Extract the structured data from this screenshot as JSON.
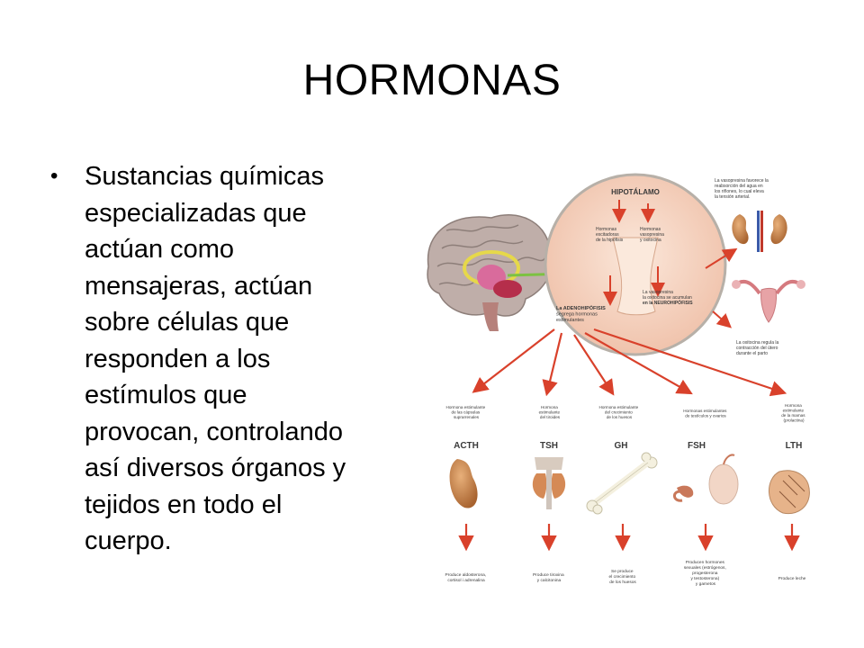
{
  "slide": {
    "title": "HORMONAS",
    "bullet": "Sustancias químicas\nespecializadas que\nactúan como\nmensajeras, actúan\nsobre células que\nresponden a los\nestímulos que\nprovocan, controlando\nasí diversos órganos y\ntejidos en todo el\ncuerpo."
  },
  "diagram": {
    "hypothalamus": "HIPOTÁLAMO",
    "hypo_left": [
      "Hormonas",
      "excitadoras",
      "de la hipófisis"
    ],
    "hypo_right": [
      "Hormonas",
      "vasopresina",
      "y oxitocina"
    ],
    "neuro_note": [
      "La vasopresina",
      "la oxitocina se acumulan",
      "en la NEUROHIPÓFISIS"
    ],
    "adeno_note": [
      "La ADENOHIPÓFISIS",
      "segrega hormonas",
      "estimulantes"
    ],
    "kidney_note": [
      "La vasopresina favorece la",
      "reabsorción del agua en",
      "los riñones, lo cual eleva",
      "la tensión arterial."
    ],
    "uterus_note": [
      "La oxitocina regula la",
      "contracción del útero",
      "durante el parto"
    ],
    "hormones": [
      {
        "name": "ACTH",
        "desc": [
          "Hormona estimulante",
          "de las cápsulas",
          "suprarrenales"
        ],
        "effect": [
          "Produce aldosterona,",
          "cortisol i adrenalina"
        ]
      },
      {
        "name": "TSH",
        "desc": [
          "Hormona",
          "estimulante",
          "del tiroides"
        ],
        "effect": [
          "Produce tiroxina",
          "y calcitonina"
        ]
      },
      {
        "name": "GH",
        "desc": [
          "Hormona estimulante",
          "del crecimiento",
          "de los huesos"
        ],
        "effect": [
          "Se produce",
          "el crecimiento",
          "de los huesos"
        ]
      },
      {
        "name": "FSH",
        "desc": [
          "Hormonas estimulantes",
          "de testículos y ovarios"
        ],
        "effect": [
          "Producen hormones",
          "sexuales (estrógenos,",
          "progesterona",
          "y testosterona)",
          "y gametos"
        ]
      },
      {
        "name": "LTH",
        "desc": [
          "Hormona",
          "estimulante",
          "de la mamas",
          "(prolactina)"
        ],
        "effect": [
          "Produce leche"
        ]
      }
    ],
    "colors": {
      "arrow": "#d9412b",
      "green_arrow": "#7cc242",
      "circle_fill": "#f3cdb8",
      "circle_stroke": "#b7b0a8",
      "organ": "#c98a4e",
      "brain": "#b9a7a3"
    }
  }
}
